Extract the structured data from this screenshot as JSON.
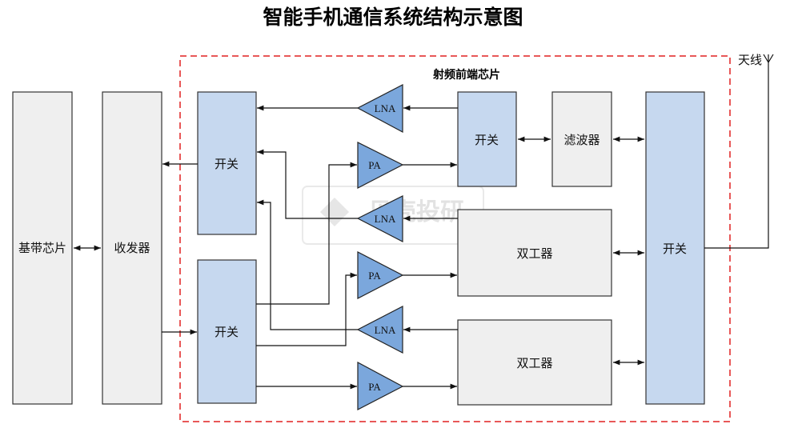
{
  "title": "智能手机通信系统结构示意图",
  "rf_frontend_label": "射频前端芯片",
  "antenna_label": "天线",
  "watermark": "贝壳投研",
  "blocks": {
    "baseband": "基带芯片",
    "transceiver": "收发器",
    "switch_left_top": "开关",
    "switch_left_bottom": "开关",
    "switch_mid": "开关",
    "filter": "滤波器",
    "switch_right": "开关",
    "duplexer_1": "双工器",
    "duplexer_2": "双工器"
  },
  "amplifiers": [
    "LNA",
    "PA",
    "LNA",
    "PA",
    "LNA",
    "PA"
  ],
  "colors": {
    "switch_fill": "#c6d8ef",
    "block_fill": "#efefef",
    "amp_fill": "#7ba7dc",
    "rf_border": "#e02020"
  }
}
